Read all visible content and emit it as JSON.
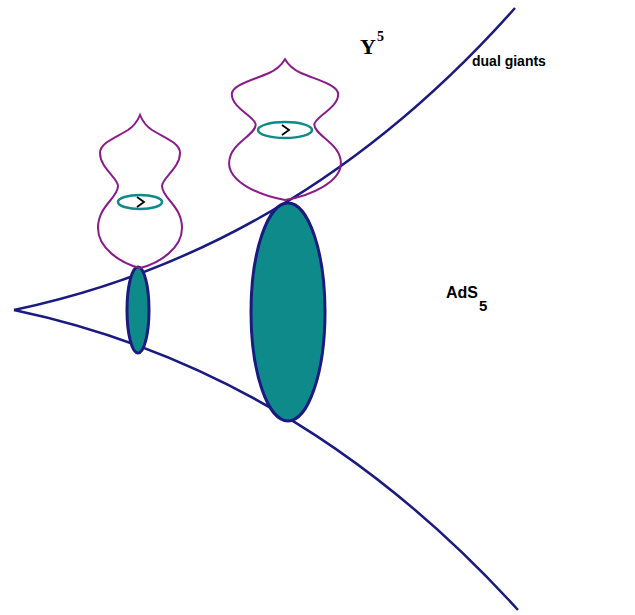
{
  "diagram": {
    "labels": [
      "Y",
      "5",
      "dual giants",
      "AdS",
      "5"
    ]
  }
}
